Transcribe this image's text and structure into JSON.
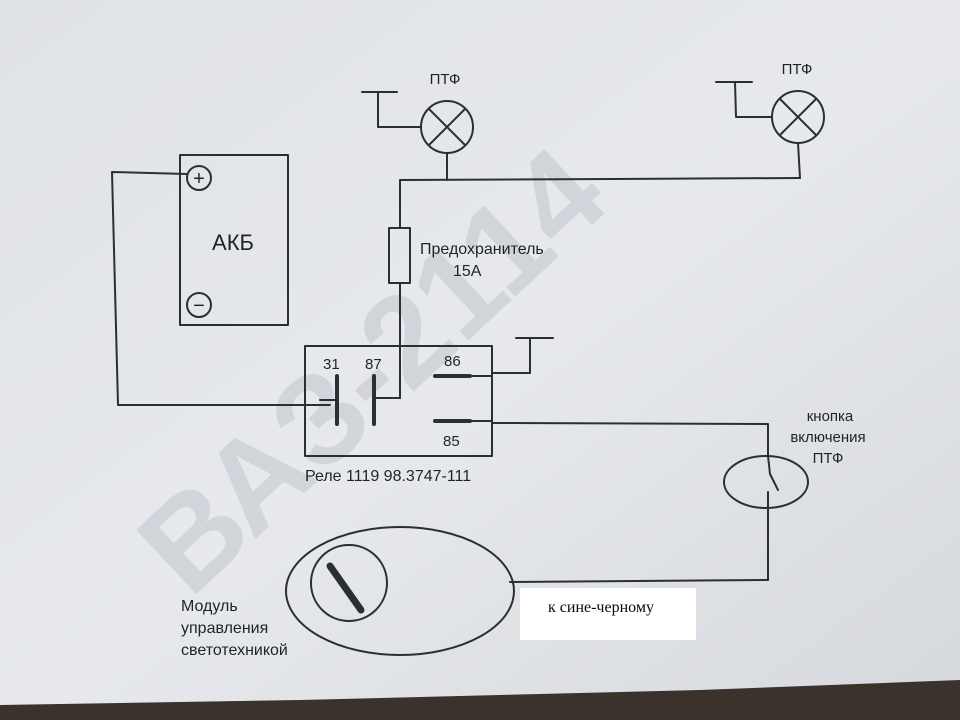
{
  "labels": {
    "fog_lamp_left": "ПТФ",
    "fog_lamp_right": "ПТФ",
    "battery": "АКБ",
    "battery_plus": "+",
    "battery_minus": "−",
    "fuse_line1": "Предохранитель",
    "fuse_line2": "15А",
    "relay_pin_31": "31",
    "relay_pin_87": "87",
    "relay_pin_86": "86",
    "relay_pin_85": "85",
    "relay_caption": "Реле 1119 98.3747-111",
    "button_line1": "кнопка",
    "button_line2": "включения",
    "button_line3": "ПТФ",
    "module_line1": "Модуль",
    "module_line2": "управления",
    "module_line3": "светотехникой",
    "note": "к сине-черному",
    "watermark": "ВАЗ-2114"
  },
  "colors": {
    "paper": "#e3e6ea",
    "ink": "#2b2f35",
    "background": "#3a322b"
  }
}
